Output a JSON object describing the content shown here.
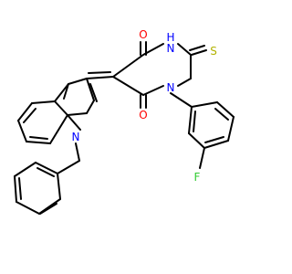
{
  "colors": {
    "bond": "#000000",
    "oxygen": "#ff0000",
    "nitrogen": "#0000ff",
    "sulfur": "#b2b200",
    "fluorine": "#33cc33",
    "background": "#ffffff"
  },
  "atoms": {
    "o_top": "O",
    "nh_h": "H",
    "nh_n": "N",
    "s": "S",
    "n_ring": "N",
    "o_bottom": "O",
    "n_indole": "N",
    "f": "F"
  }
}
